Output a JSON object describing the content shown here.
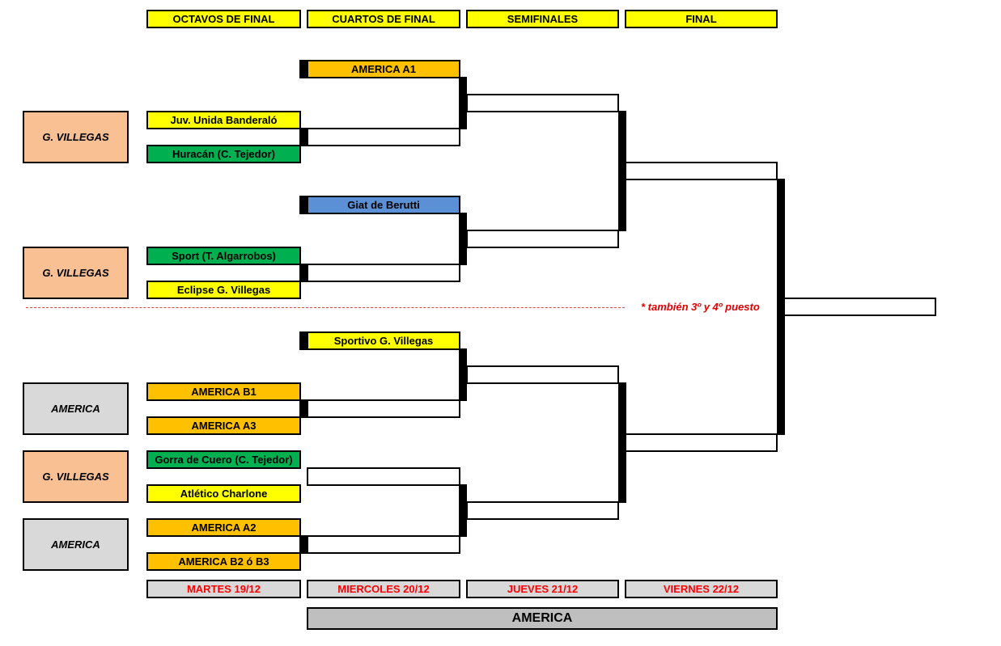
{
  "rounds": [
    "OCTAVOS DE FINAL",
    "CUARTOS DE FINAL",
    "SEMIFINALES",
    "FINAL"
  ],
  "dates": [
    "MARTES 19/12",
    "MIERCOLES 20/12",
    "JUEVES 21/12",
    "VIERNES 22/12"
  ],
  "venues": [
    "G. VILLEGAS",
    "G. VILLEGAS",
    "AMERICA",
    "G. VILLEGAS",
    "AMERICA"
  ],
  "octavos": [
    "Juv. Unida Banderaló",
    "Huracán (C. Tejedor)",
    "Sport (T. Algarrobos)",
    "Eclipse G. Villegas",
    "AMERICA B1",
    "AMERICA A3",
    "Gorra de Cuero (C. Tejedor)",
    "Atlético Charlone",
    "AMERICA A2",
    "AMERICA B2 ó B3"
  ],
  "cuartos_seeds": [
    "AMERICA A1",
    "Giat de Berutti",
    "Sportivo G. Villegas"
  ],
  "note": "* también 3º y 4º puesto",
  "footer": "AMERICA",
  "colors": {
    "yellow": "#ffff00",
    "orange": "#ffc000",
    "green": "#00b050",
    "blue": "#5b8fd6",
    "salmon": "#f8c093",
    "grey": "#d9d9d9",
    "date_text": "#ff0000"
  }
}
